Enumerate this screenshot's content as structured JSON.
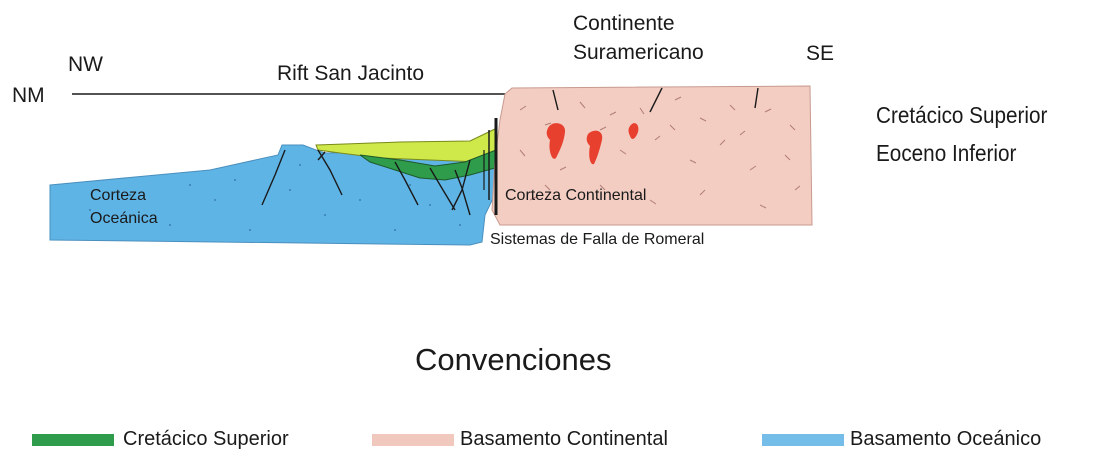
{
  "labels": {
    "nw": "NW",
    "nm": "NM",
    "rift": "Rift San Jacinto",
    "continente_line1": "Continente",
    "continente_line2": "Suramericano",
    "se": "SE",
    "corteza_oceanica_line1": "Corteza",
    "corteza_oceanica_line2": "Oceánica",
    "corteza_continental": "Corteza Continental",
    "falla": "Sistemas de Falla de Romeral",
    "age_line1": "Cretácico Superior",
    "age_line2": "Eoceno Inferior"
  },
  "legend": {
    "title": "Convenciones",
    "items": [
      {
        "label": "Cretácico Superior",
        "color": "#2e9c4a"
      },
      {
        "label": "Basamento Continental",
        "color": "#f0c8bd"
      },
      {
        "label": "Basamento Oceánico",
        "color": "#73bde8"
      }
    ]
  },
  "colors": {
    "oceanic": "#5fb4e6",
    "continental": "#f3cdc2",
    "cretaceous_green": "#2e9c4a",
    "light_green": "#cfe84a",
    "intrusion_red": "#e8402e",
    "outline": "#1a1a1a"
  }
}
